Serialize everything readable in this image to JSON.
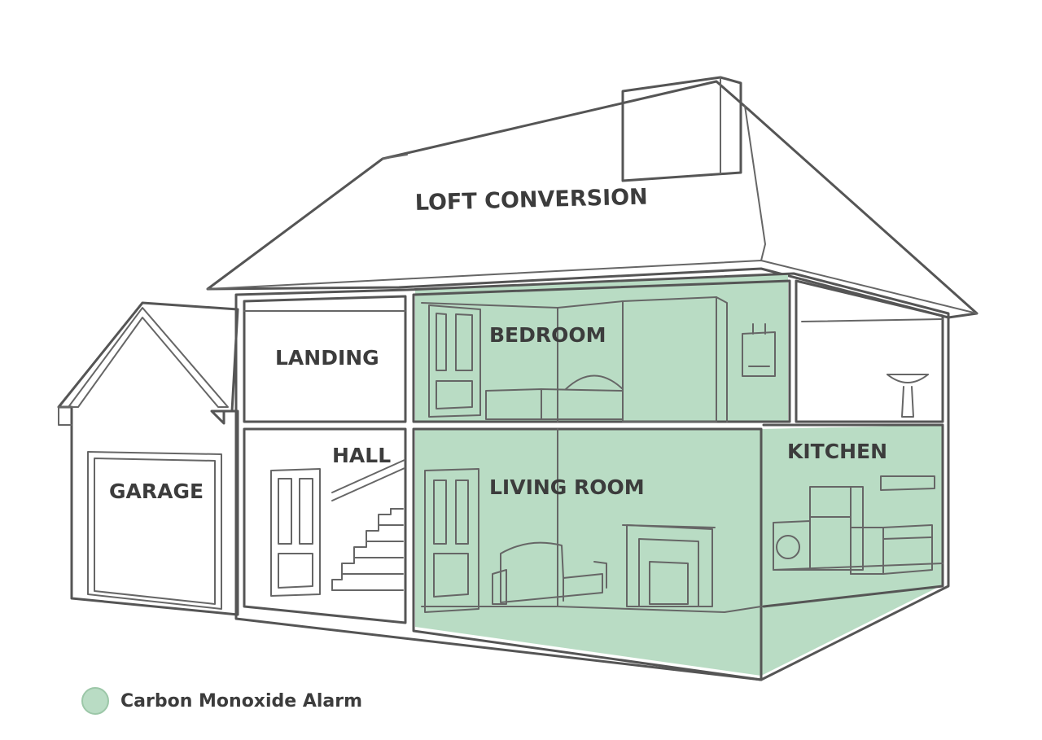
{
  "rooms": {
    "loft": "LOFT CONVERSION",
    "landing": "LANDING",
    "bedroom": "BEDROOM",
    "garage": "GARAGE",
    "hall": "HALL",
    "living_room": "LIVING ROOM",
    "kitchen": "KITCHEN"
  },
  "legend": {
    "label": "Carbon Monoxide Alarm",
    "color": "#b9dcc4"
  },
  "colors": {
    "alarm_fill": "#b9dcc4",
    "line": "#555555",
    "background": "#ffffff"
  },
  "alarm_rooms": [
    "bedroom",
    "living_room",
    "kitchen"
  ]
}
